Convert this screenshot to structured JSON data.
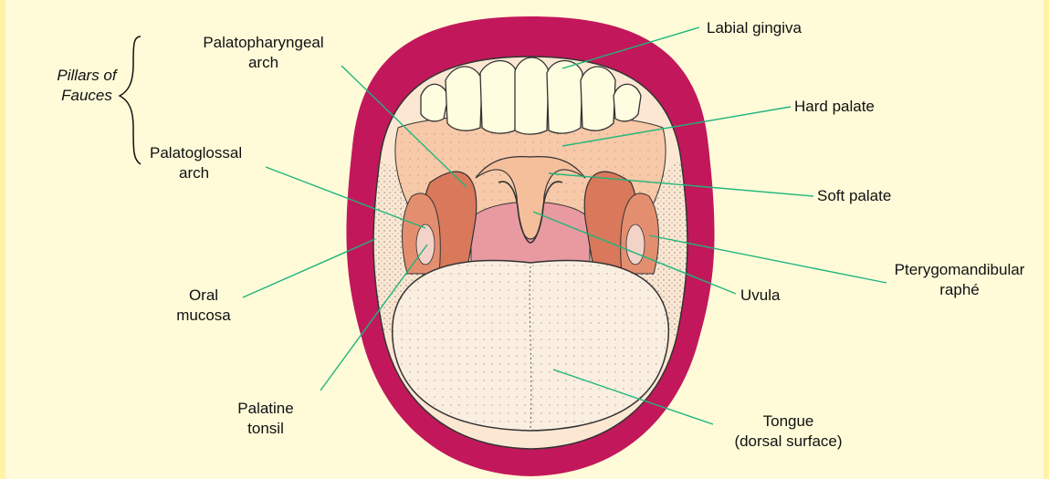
{
  "labels": {
    "pillars_line1": "Pillars of",
    "pillars_line2": "Fauces",
    "palatopharyngeal_line1": "Palatopharyngeal",
    "palatopharyngeal_line2": "arch",
    "palatoglossal_line1": "Palatoglossal",
    "palatoglossal_line2": "arch",
    "oral_mucosa_line1": "Oral",
    "oral_mucosa_line2": "mucosa",
    "palatine_tonsil_line1": "Palatine",
    "palatine_tonsil_line2": "tonsil",
    "labial_gingiva": "Labial gingiva",
    "hard_palate": "Hard palate",
    "soft_palate": "Soft palate",
    "pterygomandibular_line1": "Pterygomandibular",
    "pterygomandibular_line2": "raphé",
    "uvula": "Uvula",
    "tongue_line1": "Tongue",
    "tongue_line2": "(dorsal surface)"
  },
  "colors": {
    "background": "#fffbd9",
    "lips": "#c2185b",
    "teeth": "#fffde0",
    "palate": "#f8c9a8",
    "arches": "#d9785a",
    "pharynx": "#e89aa0",
    "tongue": "#faeee0",
    "leader_lines": "#1fb57a"
  }
}
